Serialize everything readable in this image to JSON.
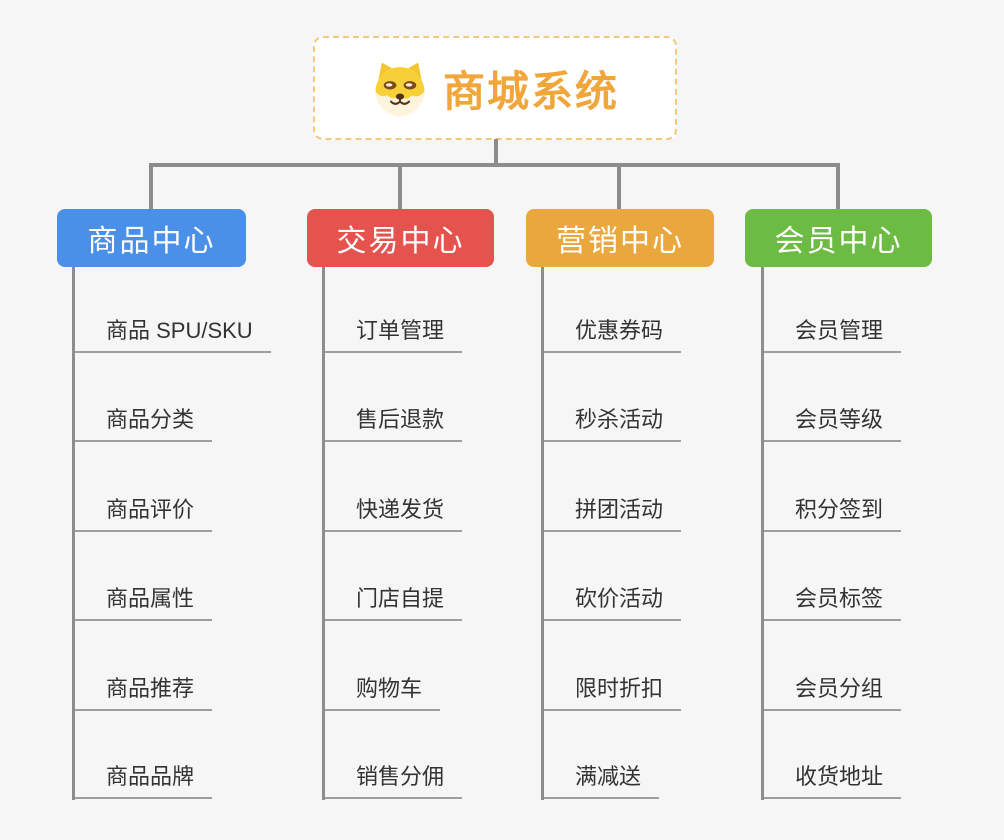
{
  "page": {
    "background": "#f5f6f5",
    "connector_color": "#8c8c8c",
    "underline_color": "#9e9e9e",
    "item_text_color": "#333333"
  },
  "root": {
    "title": "商城系统",
    "icon": "doge-icon",
    "text_color": "#f0a63a",
    "border_color": "#f6c87c",
    "background": "#ffffff"
  },
  "branches": [
    {
      "label": "商品中心",
      "color": "#4a90e8",
      "items": [
        "商品 SPU/SKU",
        "商品分类",
        "商品评价",
        "商品属性",
        "商品推荐",
        "商品品牌"
      ]
    },
    {
      "label": "交易中心",
      "color": "#e5534f",
      "items": [
        "订单管理",
        "售后退款",
        "快递发货",
        "门店自提",
        "购物车",
        "销售分佣"
      ]
    },
    {
      "label": "营销中心",
      "color": "#eaa73e",
      "items": [
        "优惠券码",
        "秒杀活动",
        "拼团活动",
        "砍价活动",
        "限时折扣",
        "满减送"
      ]
    },
    {
      "label": "会员中心",
      "color": "#6cbb42",
      "items": [
        "会员管理",
        "会员等级",
        "积分签到",
        "会员标签",
        "会员分组",
        "收货地址"
      ]
    }
  ]
}
